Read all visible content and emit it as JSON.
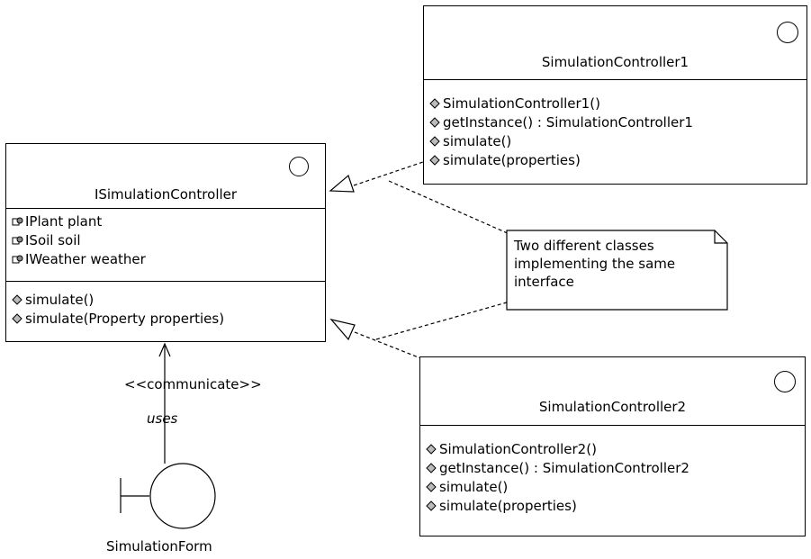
{
  "interface_box": {
    "name": "ISimulationController",
    "attributes": [
      "IPlant plant",
      "ISoil soil",
      "IWeather weather"
    ],
    "operations": [
      "simulate()",
      "simulate(Property properties)"
    ]
  },
  "class1_box": {
    "name": "SimulationController1",
    "operations": [
      "SimulationController1()",
      "getInstance() : SimulationController1",
      "simulate()",
      "simulate(properties)"
    ]
  },
  "class2_box": {
    "name": "SimulationController2",
    "operations": [
      "SimulationController2()",
      "getInstance() : SimulationController2",
      "simulate()",
      "simulate(properties)"
    ]
  },
  "note": {
    "lines": [
      "Two different classes",
      "implementing the same",
      "interface"
    ]
  },
  "dependency": {
    "stereotype": "<<communicate>>",
    "role": "uses"
  },
  "boundary": {
    "name": "SimulationForm"
  }
}
